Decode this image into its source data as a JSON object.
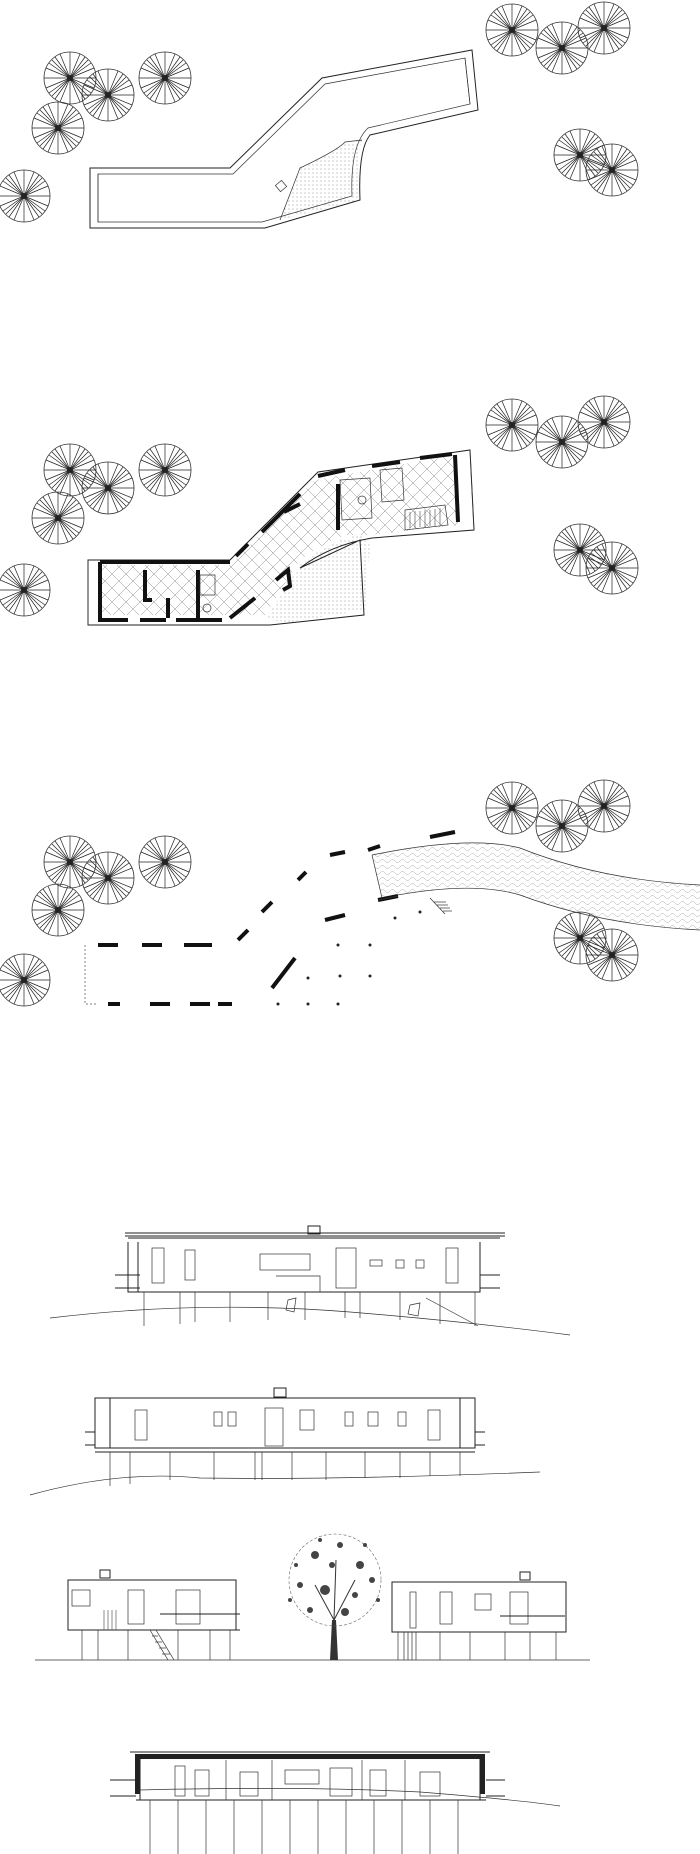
{
  "sheet": {
    "background": "#ffffff",
    "line_color": "#222222",
    "drawings": [
      "roof-plan",
      "ground-floor-plan",
      "site-plan-with-path",
      "elevation-south",
      "elevation-north",
      "elevation-east-west",
      "section-longitudinal"
    ]
  }
}
